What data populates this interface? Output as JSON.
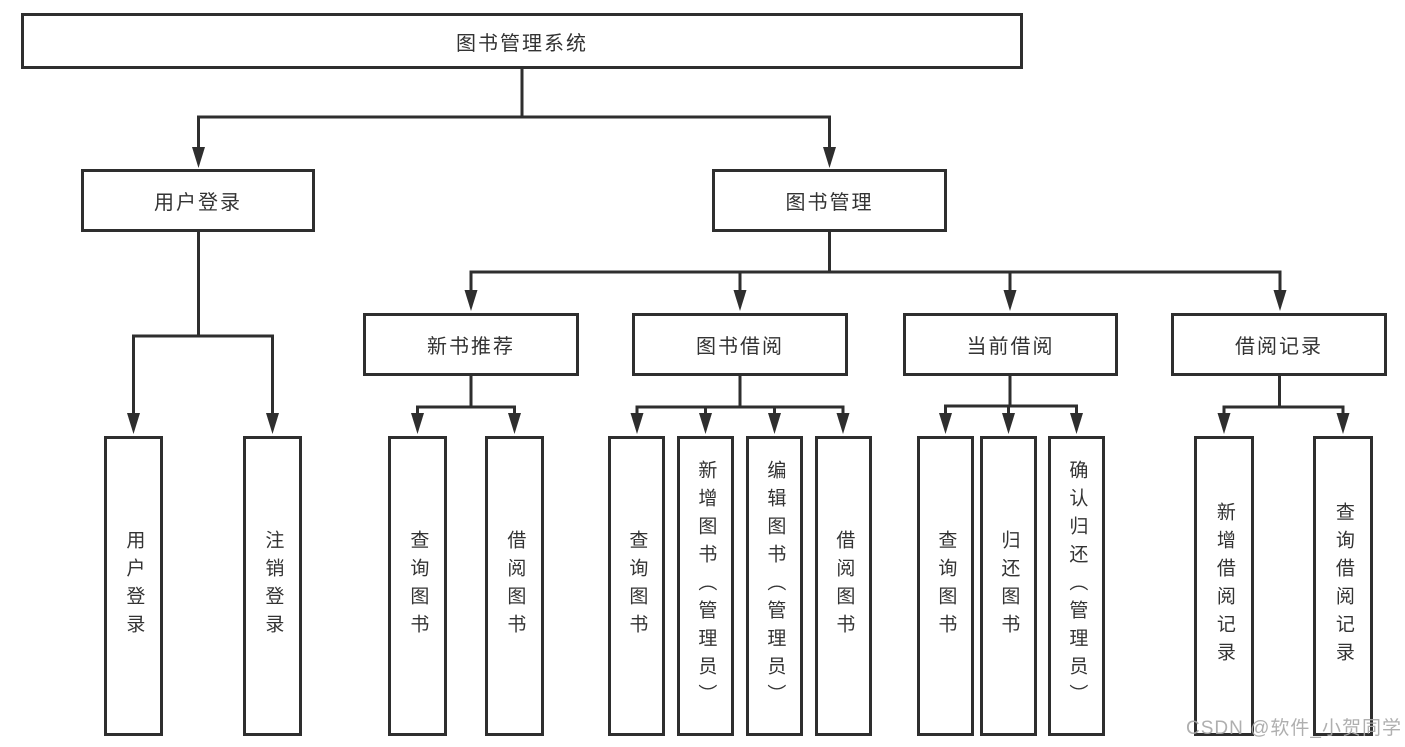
{
  "title": "图书管理系统",
  "watermark": "CSDN @软件_小贺同学",
  "colors": {
    "background": "#ffffff",
    "box_border": "#2e2e2e",
    "line": "#2e2e2e",
    "text": "#333333",
    "watermark": "#a9a9a9"
  },
  "tree": {
    "root": {
      "label": "图书管理系统"
    },
    "branches": [
      {
        "label": "用户登录",
        "leaves": [
          {
            "label": "用户登录"
          },
          {
            "label": "注销登录"
          }
        ]
      },
      {
        "label": "图书管理",
        "categories": [
          {
            "label": "新书推荐",
            "leaves": [
              {
                "label": "查询图书"
              },
              {
                "label": "借阅图书"
              }
            ]
          },
          {
            "label": "图书借阅",
            "leaves": [
              {
                "label": "查询图书"
              },
              {
                "label": "新增图书（管理员）"
              },
              {
                "label": "编辑图书（管理员）"
              },
              {
                "label": "借阅图书"
              }
            ]
          },
          {
            "label": "当前借阅",
            "leaves": [
              {
                "label": "查询图书"
              },
              {
                "label": "归还图书"
              },
              {
                "label": "确认归还（管理员）"
              }
            ]
          },
          {
            "label": "借阅记录",
            "leaves": [
              {
                "label": "新增借阅记录"
              },
              {
                "label": "查询借阅记录"
              }
            ]
          }
        ]
      }
    ]
  }
}
